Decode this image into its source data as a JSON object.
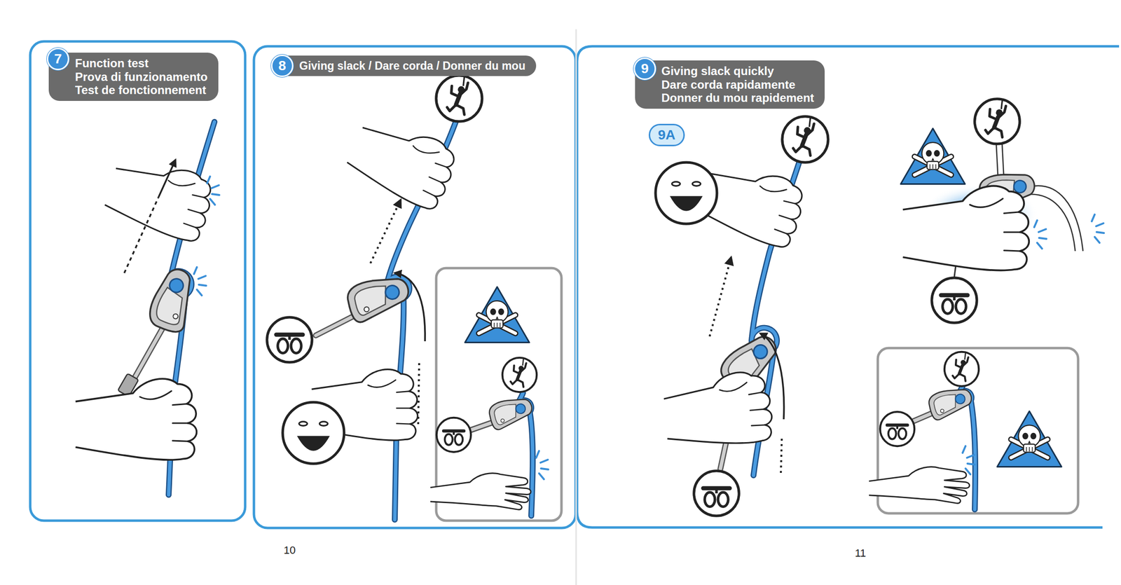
{
  "diagram": {
    "nodes": [
      {
        "text": [
          "7"
        ]
      },
      {
        "text": [
          "Function test",
          "Prova di funzionamento",
          "Test de fonctionnement"
        ]
      },
      {
        "text": [
          "8"
        ]
      },
      {
        "text": [
          "Giving slack / Dare corda / Donner du mou"
        ]
      },
      {
        "text": [
          "9"
        ]
      },
      {
        "text": [
          "Giving slack quickly",
          "Dare corda rapidamente",
          "Donner du mou rapidement"
        ]
      },
      {
        "text": [
          "9A"
        ]
      }
    ],
    "labels": [
      "10",
      "11"
    ]
  }
}
